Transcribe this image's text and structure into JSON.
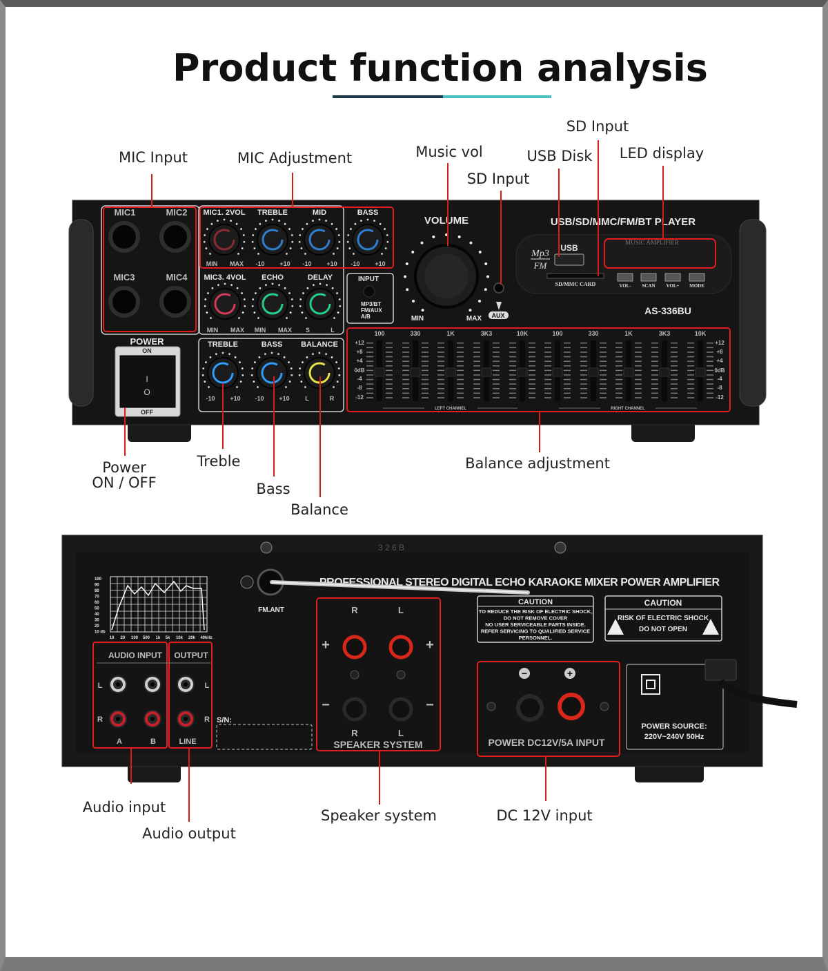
{
  "title": "Product function analysis",
  "colors": {
    "accent_dark": "#1d3a4a",
    "accent_teal": "#49c1c0",
    "callout_line": "#d81b1b",
    "panel": "#141414"
  },
  "callouts": {
    "mic_input": "MIC Input",
    "mic_adjustment": "MIC Adjustment",
    "music_vol": "Music vol",
    "sd_input_lower": "SD Input",
    "usb_disk": "USB Disk",
    "sd_input_upper": "SD Input",
    "led_display": "LED display",
    "power_line1": "Power",
    "power_line2": "ON / OFF",
    "treble": "Treble",
    "bass": "Bass",
    "balance": "Balance",
    "balance_adjustment": "Balance adjustment",
    "audio_input": "Audio input",
    "audio_output": "Audio output",
    "speaker_system": "Speaker system",
    "dc_input": "DC 12V input"
  },
  "front": {
    "mics": [
      "MIC1",
      "MIC2",
      "MIC3",
      "MIC4"
    ],
    "row1": [
      {
        "label": "MIC1. 2VOL",
        "min": "MIN",
        "max": "MAX",
        "color": "#8a2a33"
      },
      {
        "label": "TREBLE",
        "min": "-10",
        "max": "+10",
        "color": "#2f7fd0"
      },
      {
        "label": "MID",
        "min": "-10",
        "max": "+10",
        "color": "#2f7fd0"
      },
      {
        "label": "BASS",
        "min": "-10",
        "max": "+10",
        "color": "#2f7fd0"
      }
    ],
    "row2": [
      {
        "label": "MIC3. 4VOL",
        "min": "MIN",
        "max": "MAX",
        "color": "#d23a5a"
      },
      {
        "label": "ECHO",
        "min": "MIN",
        "max": "MAX",
        "color": "#22d08a"
      },
      {
        "label": "DELAY",
        "min": "S",
        "max": "L",
        "color": "#22d08a"
      }
    ],
    "tone": [
      {
        "label": "TREBLE",
        "min": "-10",
        "max": "+10",
        "color": "#2e9cff"
      },
      {
        "label": "BASS",
        "min": "-10",
        "max": "+10",
        "color": "#2e9cff"
      },
      {
        "label": "BALANCE",
        "min": "L",
        "max": "R",
        "color": "#e6e04a"
      }
    ],
    "input": {
      "label": "INPUT",
      "opt1a": "MP3/BT",
      "opt1b": "FM/AUX",
      "opt2": "A/B"
    },
    "power": {
      "label": "POWER",
      "on": "ON",
      "off": "OFF",
      "i": "I",
      "o": "O"
    },
    "volume": {
      "label": "VOLUME",
      "min": "MIN",
      "max": "MAX",
      "aux": "AUX"
    },
    "player": {
      "title": "USB/SD/MMC/FM/BT PLAYER",
      "logo_top": "Mp3",
      "logo_bottom": "FM",
      "usb": "USB",
      "sd": "SD/MMC CARD",
      "display": "MUSIC AMPLIFIER",
      "buttons": [
        "VOL-",
        "SCAN",
        "VOL+",
        "MODE"
      ]
    },
    "model": "AS-336BU",
    "eq": {
      "freqs": [
        "100",
        "330",
        "1K",
        "3K3",
        "10K",
        "100",
        "330",
        "1K",
        "3K3",
        "10K"
      ],
      "db": [
        "+12",
        "+8",
        "+4",
        "0dB",
        "-4",
        "-8",
        "-12"
      ],
      "left": "LEFT CHANNEL",
      "right": "RIGHT CHANNEL"
    }
  },
  "rear": {
    "serial_top": "3 2 6 B",
    "headline": "PROFESSIONAL STEREO DIGITAL ECHO KARAOKE MIXER POWER AMPLIFIER",
    "graph": {
      "y": [
        "100",
        "90",
        "80",
        "70",
        "60",
        "50",
        "40",
        "30",
        "20",
        "10 db"
      ],
      "x": [
        "10",
        "20",
        "100",
        "500",
        "1k",
        "5k",
        "10k",
        "20k",
        "40kHz"
      ]
    },
    "fm_ant": "FM.ANT",
    "caution1": {
      "title": "CAUTION",
      "lines": [
        "TO REDUCE THE RISK OF ELECTRIC SHOCK,",
        "DO NOT REMOVE COVER",
        "NO USER SERVICEABLE PARTS INSIDE.",
        "REFER SERVICING TO QUALIFIED SERVICE",
        "PERSONNEL."
      ]
    },
    "caution2": {
      "title": "CAUTION",
      "line1": "RISK OF ELECTRIC SHOCK",
      "line2": "DO NOT OPEN"
    },
    "audio_input": "AUDIO INPUT",
    "output": "OUTPUT",
    "l": "L",
    "r": "R",
    "a": "A",
    "b": "B",
    "line": "LINE",
    "sn": "S/N:",
    "speaker": {
      "r": "R",
      "l": "L",
      "plus": "+",
      "minus": "−",
      "label": "SPEAKER SYSTEM"
    },
    "dc": {
      "minus": "−",
      "plus": "+",
      "label": "POWER DC12V/5A INPUT"
    },
    "power_source": {
      "line1": "POWER SOURCE:",
      "line2": "220V~240V  50Hz"
    }
  }
}
